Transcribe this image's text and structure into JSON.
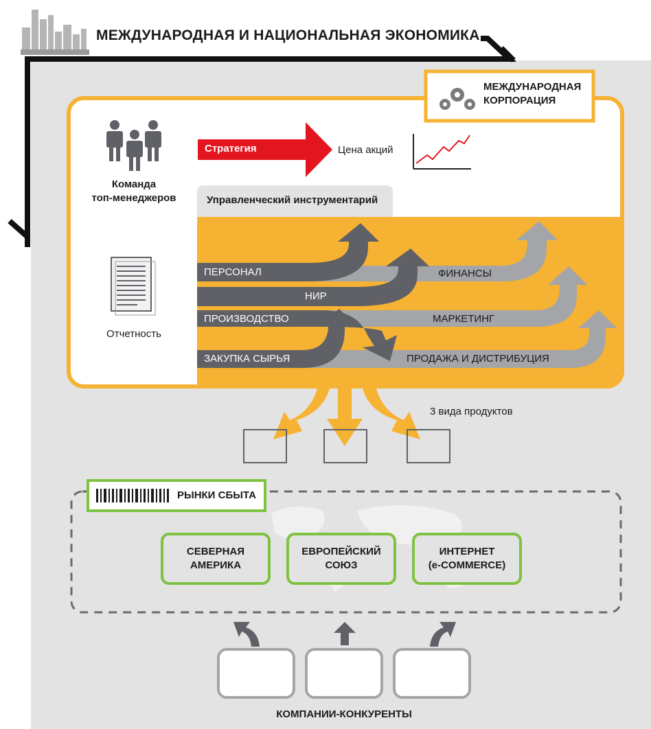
{
  "header": {
    "title": "МЕЖДУНАРОДНАЯ И НАЦИОНАЛЬНАЯ ЭКОНОМИКА"
  },
  "corporation": {
    "badge_line1": "МЕЖДУНАРОДНАЯ",
    "badge_line2": "КОРПОРАЦИЯ",
    "team_line1": "Команда",
    "team_line2": "топ-менеджеров",
    "reporting": "Отчетность",
    "strategy": "Стратегия",
    "share_price": "Цена акций",
    "toolkit": "Управленческий инструментарий"
  },
  "flows": {
    "personnel": "ПЕРСОНАЛ",
    "rnd": "НИР",
    "production": "ПРОИЗВОДСТВО",
    "procurement": "ЗАКУПКА СЫРЬЯ",
    "finance": "ФИНАНСЫ",
    "marketing": "МАРКЕТИНГ",
    "sales": "ПРОДАЖА И ДИСТРИБУЦИЯ"
  },
  "products": {
    "label": "3 вида продуктов"
  },
  "markets": {
    "title": "РЫНКИ СБЫТА",
    "na_line1": "СЕВЕРНАЯ",
    "na_line2": "АМЕРИКА",
    "eu_line1": "ЕВРОПЕЙСКИЙ",
    "eu_line2": "СОЮЗ",
    "web_line1": "ИНТЕРНЕТ",
    "web_line2": "(e-COMMERCE)"
  },
  "competitors": {
    "label": "КОМПАНИИ-КОНКУРЕНТЫ"
  },
  "colors": {
    "orange": "#f6b232",
    "green": "#7fc242",
    "red": "#e3161f",
    "gray_bg": "#e3e3e3",
    "dark_arrow": "#5f6167",
    "light_arrow": "#a3a5a8"
  }
}
